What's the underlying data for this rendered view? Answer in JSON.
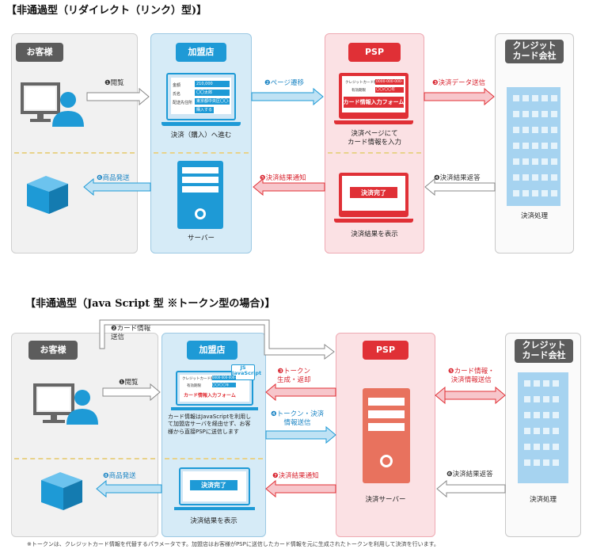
{
  "diagram1": {
    "title": "【非通過型（リダイレクト（リンク）型)】",
    "customer": "お客様",
    "merchant": "加盟店",
    "psp": "PSP",
    "card_company": "クレジット\nカード会社",
    "steps": {
      "s1": "❶閲覧",
      "s2": "❷ページ遷移",
      "s3": "❸決済データ送信",
      "s4": "❹決済結果返答",
      "s5": "❺決済結果通知",
      "s6": "❻商品発送"
    },
    "captions": {
      "merchant_top": "決済（購入）へ進む",
      "merchant_bottom": "サーバー",
      "psp_top": "決済ページにて\nカード情報を入力",
      "psp_bottom": "決済結果を表示",
      "card": "決済処理"
    },
    "merchant_form": {
      "row1_label": "金額",
      "row1_value": "210,000",
      "row2_label": "氏名",
      "row2_value": "〇〇太郎",
      "row3_label": "配送先住所",
      "row3_value": "東京都中央区〇〇-〇",
      "button": "購入する"
    },
    "psp_form": {
      "row1_label": "クレジットカード番号",
      "row1_value": "0000-000-000-000",
      "row2_label": "有効期限",
      "row2_value": "〇〇/〇〇年",
      "banner": "カード情報入力フォーム"
    },
    "psp_done": "決済完了"
  },
  "diagram2": {
    "title": "【非通過型（Java Script 型 ※トークン型の場合)】",
    "customer": "お客様",
    "merchant": "加盟店",
    "psp": "PSP",
    "card_company": "クレジット\nカード会社",
    "steps": {
      "s1": "❶閲覧",
      "s2": "❷カード情報\n送信",
      "s3": "❸トークン\n生成・返却",
      "s4": "❹トークン・決済\n情報送信",
      "s5": "❺カード情報・\n決済情報送信",
      "s6": "❻決済結果返答",
      "s7": "❼決済結果通知",
      "s8": "❽商品発送"
    },
    "captions": {
      "merchant_top": "カード情報はJavaScriptを利用し\nて加盟店サーバを経由せず、お客\n様から直接PSPに送信します",
      "merchant_bottom": "決済結果を表示",
      "psp": "決済サーバー",
      "card": "決済処理"
    },
    "js_badge": "JS\nJavaScript",
    "form": {
      "row1_label": "クレジットカード番号",
      "row1_value": "0000-000-000-000",
      "row2_label": "有効期限",
      "row2_value": "〇〇/〇〇年",
      "banner": "カード情報入力フォーム"
    },
    "done": "決済完了",
    "footnote": "※トークンは、クレジットカード情報を代替するパラメータです。加盟店はお客様がPSPに送信したカード情報を元に生成されたトークンを利用して決済を行います。"
  },
  "colors": {
    "blue": "#1e9ad6",
    "red": "#e03036",
    "panel_blue": "#d6ebf7",
    "panel_pink": "#fbe1e4",
    "building": "#a6d3f0"
  }
}
